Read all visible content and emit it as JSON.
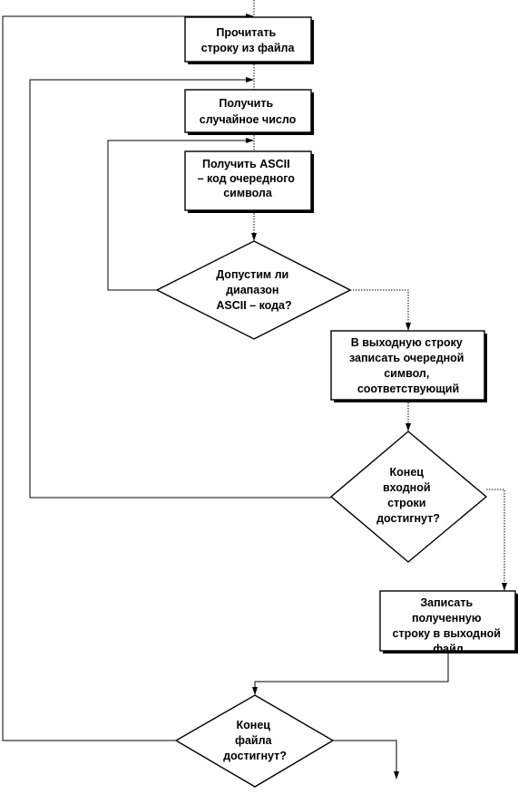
{
  "flowchart": {
    "nodes": {
      "read_line": {
        "type": "process",
        "lines": [
          "Прочитать",
          "строку из файла"
        ]
      },
      "get_random": {
        "type": "process",
        "lines": [
          "Получить",
          "случайное число"
        ]
      },
      "get_ascii": {
        "type": "process",
        "lines": [
          "Получить ASCII",
          "– код очередного",
          "символа"
        ]
      },
      "range_ok": {
        "type": "decision",
        "lines": [
          "Допустим ли",
          "диапазон",
          "ASCII – кода?"
        ]
      },
      "write_char": {
        "type": "process",
        "lines": [
          "В выходную строку",
          "записать очередной",
          "символ,",
          "соответствующий"
        ]
      },
      "line_end": {
        "type": "decision",
        "lines": [
          "Конец",
          "входной",
          "строки",
          "достигнут?"
        ]
      },
      "write_line": {
        "type": "process",
        "lines": [
          "Записать",
          "полученную",
          "строку в выходной"
        ]
      },
      "file_end": {
        "type": "decision",
        "lines": [
          "Конец",
          "файла",
          "достигнут?"
        ]
      }
    }
  }
}
